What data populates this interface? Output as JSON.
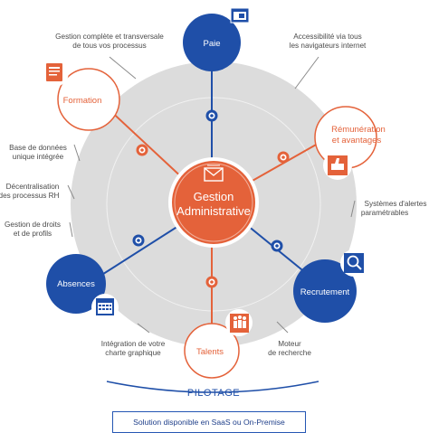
{
  "center": {
    "line1": "Gestion",
    "line2": "Administrative"
  },
  "nodes": {
    "paie": {
      "label": "Paie"
    },
    "formation": {
      "label": "Formation"
    },
    "remuneration": {
      "line1": "Rémunération",
      "line2": "et avantages"
    },
    "absences": {
      "label": "Absences"
    },
    "recrutement": {
      "label": "Recrutement"
    },
    "talents": {
      "label": "Talents"
    }
  },
  "notes": {
    "gestion_complete": {
      "line1": "Gestion complète et transversale",
      "line2": "de tous vos processus"
    },
    "accessibilite": {
      "line1": "Accessibilité via tous",
      "line2": "les navigateurs internet"
    },
    "base_donnees": {
      "line1": "Base de données",
      "line2": "unique intégrée"
    },
    "decentralisation": {
      "line1": "Décentralisation",
      "line2": "des processus RH"
    },
    "gestion_droits": {
      "line1": "Gestion de droits",
      "line2": "et de profils"
    },
    "alertes": {
      "line1": "Systèmes d'alertes",
      "line2": "paramétrables"
    },
    "integration": {
      "line1": "Intégration de votre",
      "line2": "charte graphique"
    },
    "moteur": {
      "line1": "Moteur",
      "line2": "de recherche"
    }
  },
  "pilotage": "PILOTAGE",
  "footer": "Solution disponible en SaaS ou On-Premise",
  "colors": {
    "blue": "#1f4fa8",
    "orange": "#e4623a",
    "gray": "#dcdcdc",
    "text": "#4a4a4a"
  },
  "icons": [
    "wallet-icon",
    "book-icon",
    "hand-icon",
    "calendar-icon",
    "magnifier-icon",
    "people-icon",
    "envelope-icon"
  ]
}
